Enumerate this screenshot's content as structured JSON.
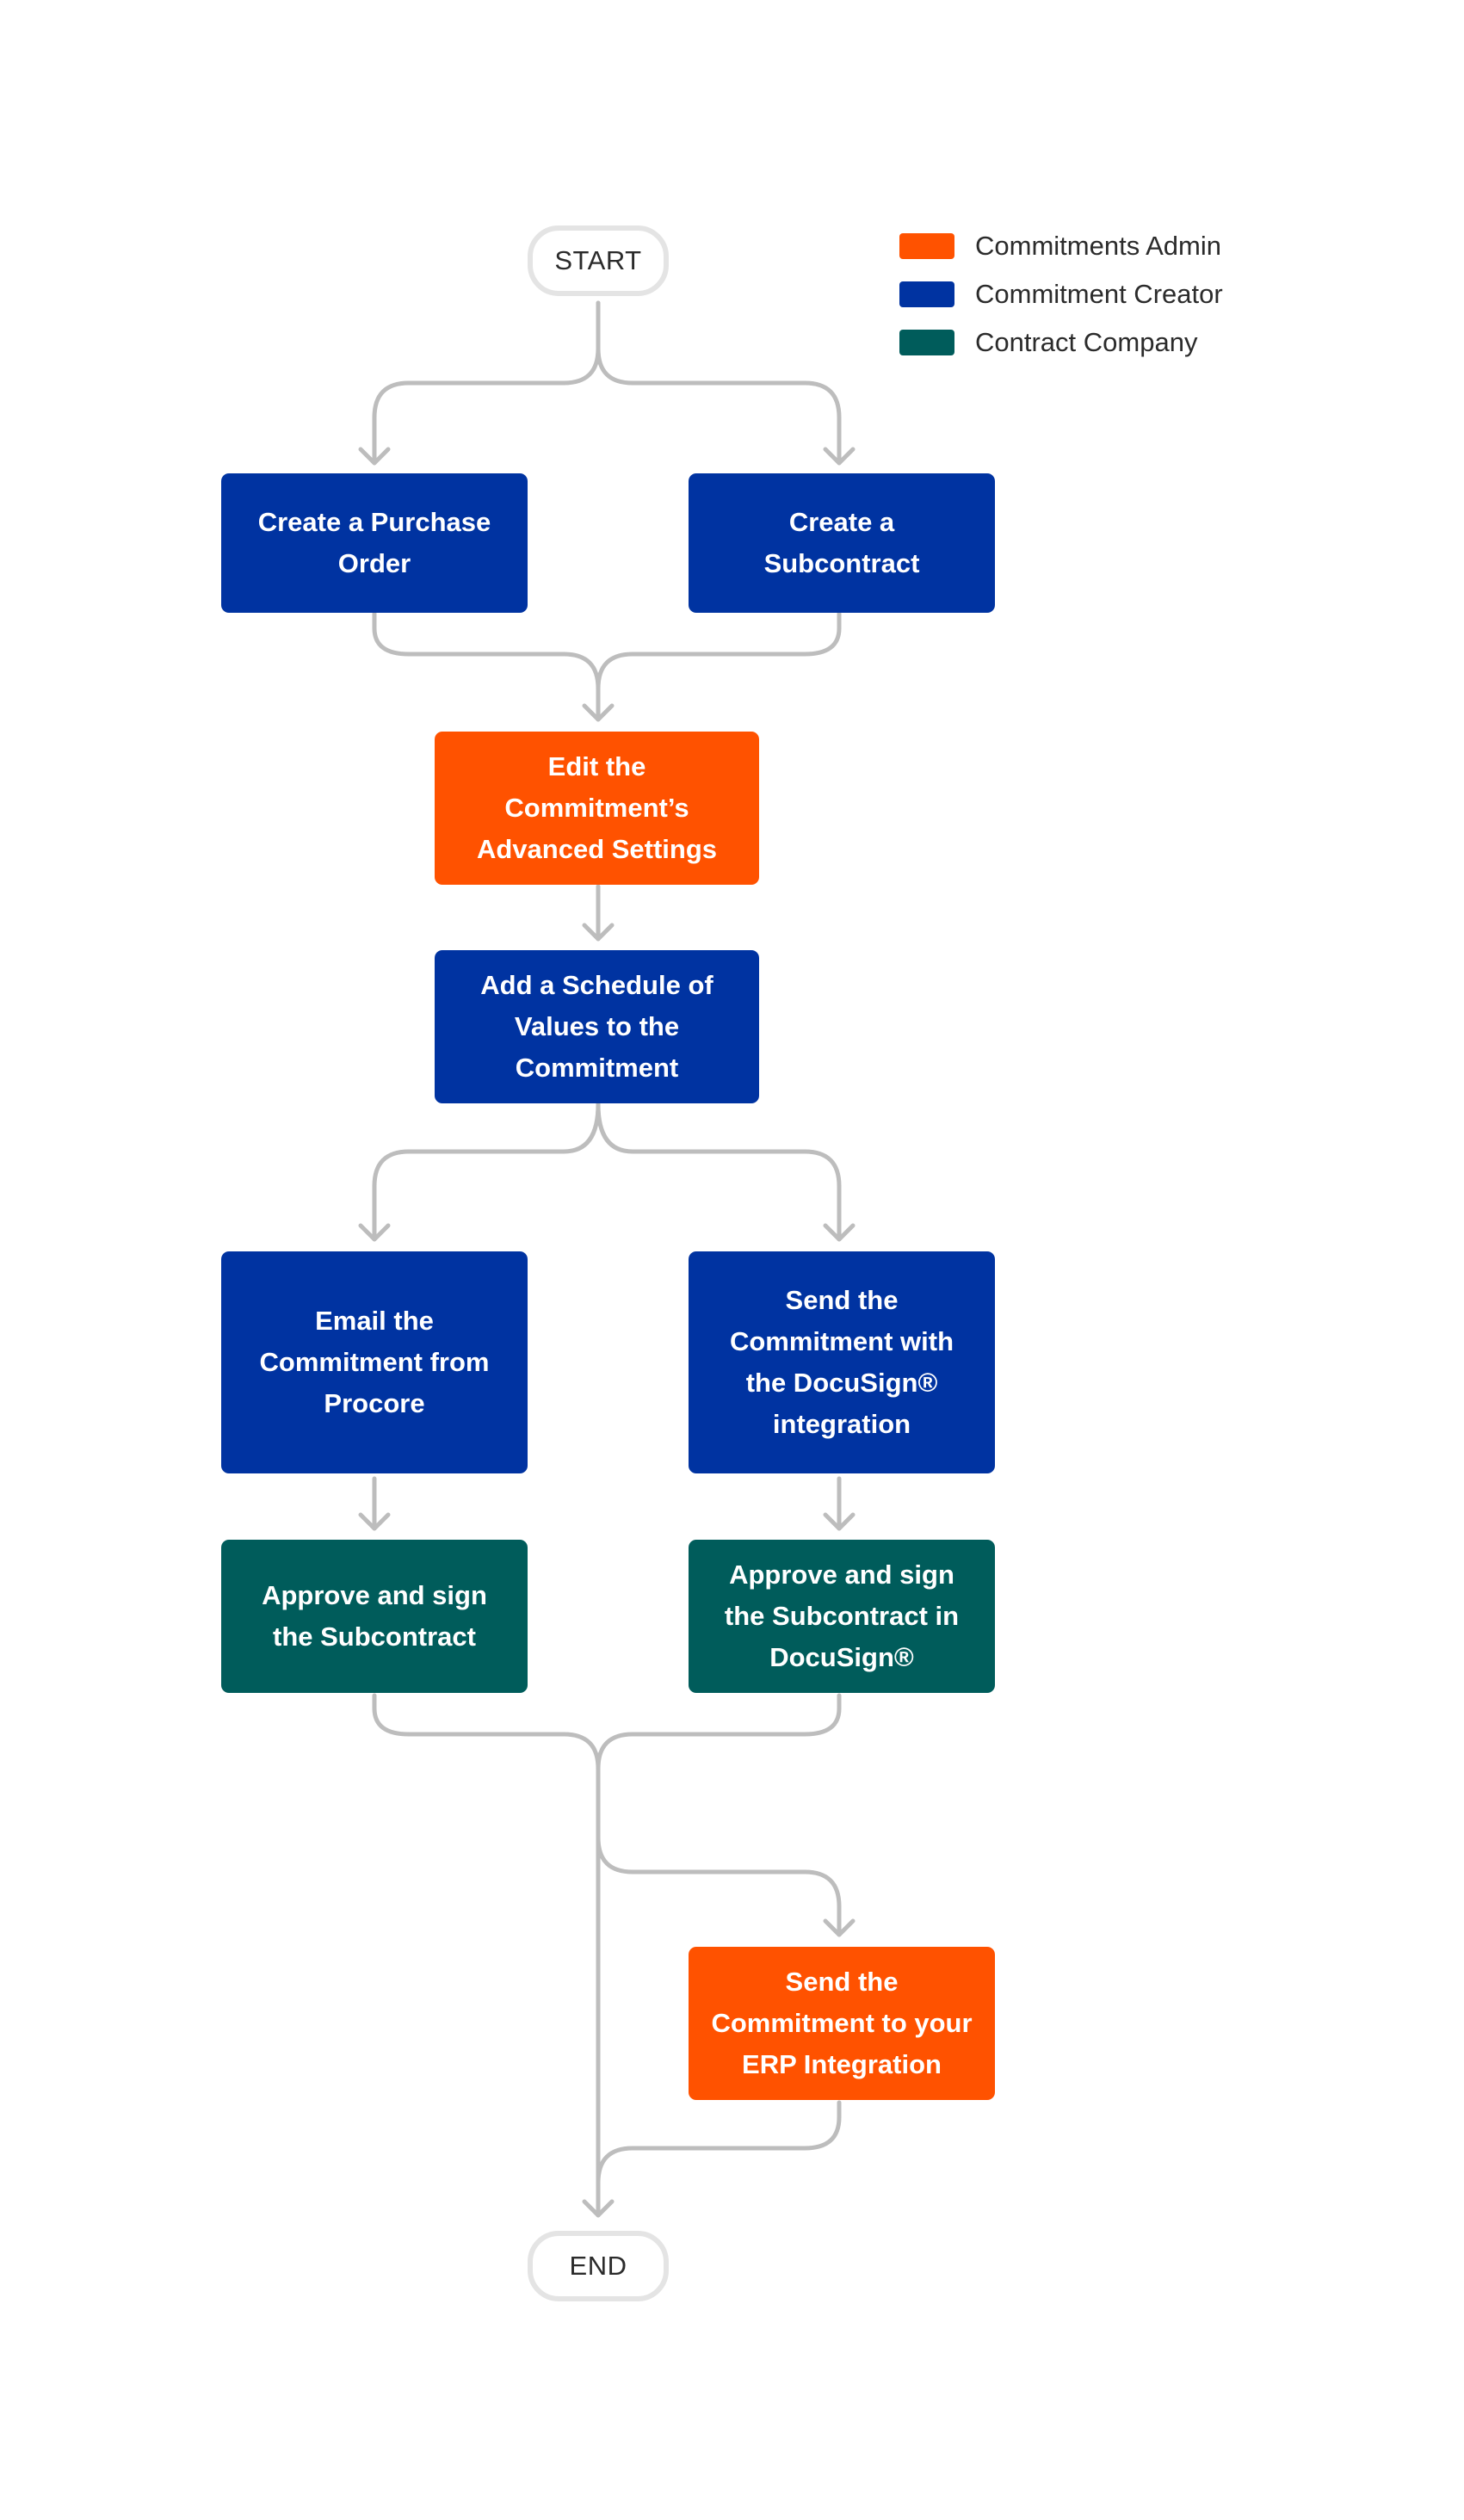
{
  "legend": [
    {
      "label": "Commitments Admin",
      "color": "#ff5200"
    },
    {
      "label": "Commitment Creator",
      "color": "#0033a1"
    },
    {
      "label": "Contract Company",
      "color": "#005c5b"
    }
  ],
  "flow": {
    "start": "START",
    "end": "END",
    "steps": {
      "create_po": {
        "label": "Create a Purchase Order",
        "role": "Commitment Creator"
      },
      "create_sub": {
        "label": "Create a Subcontract",
        "role": "Commitment Creator"
      },
      "edit_settings": {
        "label": "Edit the Commitment’s Advanced Settings",
        "role": "Commitments Admin"
      },
      "add_sov": {
        "label": "Add a Schedule of Values to the Commitment",
        "role": "Commitment Creator"
      },
      "email_commitment": {
        "label": "Email the Commitment from Procore",
        "role": "Commitment Creator"
      },
      "send_docusign": {
        "label": "Send the Commitment with the DocuSign® integration",
        "role": "Commitment Creator"
      },
      "approve_sign": {
        "label": "Approve and sign the Subcontract",
        "role": "Contract Company"
      },
      "approve_docusign": {
        "label": "Approve and sign the Subcontract in DocuSign®",
        "role": "Contract Company"
      },
      "send_erp": {
        "label": "Send the Commitment to your ERP Integration",
        "role": "Commitments Admin"
      }
    }
  },
  "colors": {
    "admin": "#ff5200",
    "creator": "#0033a1",
    "company": "#005c5b",
    "connector": "#bdbdbd",
    "terminal_border": "#e4e4e4"
  }
}
